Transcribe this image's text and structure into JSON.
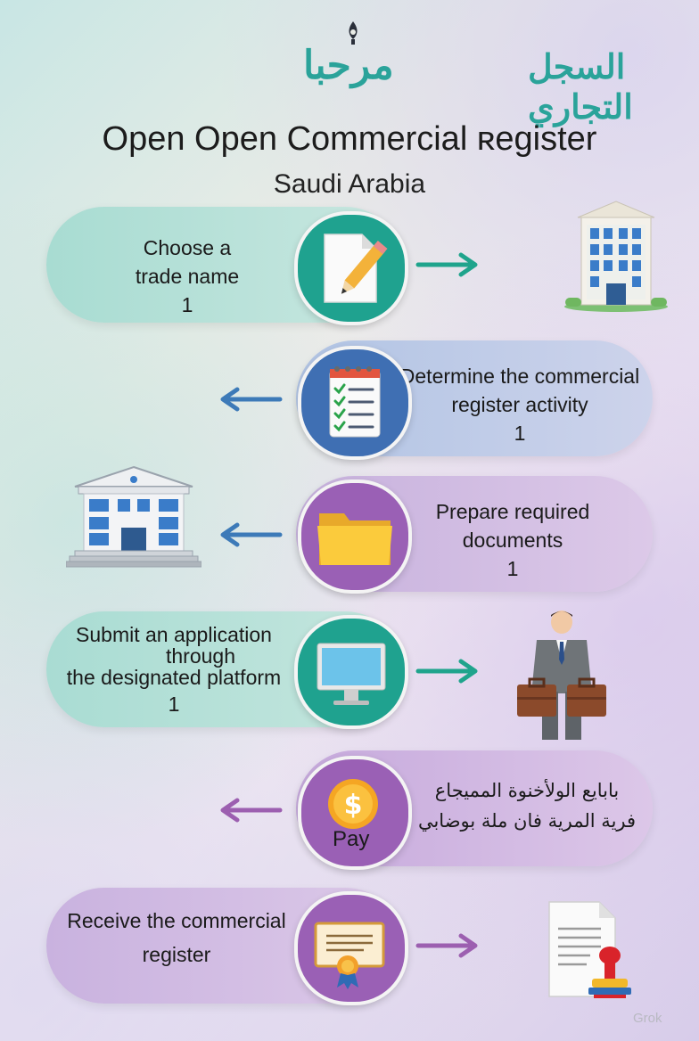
{
  "header": {
    "logo_left": "مرحبا",
    "logo_right": "السجل التجاري",
    "title": "Open Open Commercial ʀegister",
    "subtitle": "Saudi Arabia"
  },
  "steps": [
    {
      "lines": [
        "Choose a",
        "trade name",
        "1"
      ],
      "icon": "pencil-document-icon",
      "direction": "right",
      "illustration": "office-building-illustration"
    },
    {
      "lines": [
        "Determine the commercial",
        "register activity",
        "1"
      ],
      "icon": "checklist-icon",
      "direction": "left",
      "illustration": ""
    },
    {
      "lines": [
        "Prepare required",
        "documents",
        "1"
      ],
      "icon": "folder-icon",
      "direction": "left",
      "illustration": "government-building-illustration"
    },
    {
      "lines": [
        "Submit an application",
        "through",
        "the designated platform",
        "1"
      ],
      "icon": "computer-monitor-icon",
      "direction": "right",
      "illustration": "businessman-illustration"
    },
    {
      "lines": [
        "بابايع الولأخنوة المميجاع",
        "فرية المرية فان ملة بوضابي"
      ],
      "icon": "dollar-coin-icon",
      "pay_label": "Pay",
      "direction": "left",
      "illustration": ""
    },
    {
      "lines": [
        "Receive the commercial",
        "register"
      ],
      "icon": "certificate-icon",
      "direction": "right",
      "illustration": "stamped-document-illustration"
    }
  ],
  "watermark": "Grok",
  "colors": {
    "teal_pill": "#a9dcd3",
    "blue_pill": "#b9c7e6",
    "purple_pill": "#d5bfe4",
    "teal_circle": "#1fa28f",
    "blue_circle": "#3f6fb3",
    "purple_circle": "#9a60b5",
    "teal_arrow": "#1fa48c",
    "blue_arrow": "#3d7ab8",
    "purple_arrow": "#9c5fb0"
  }
}
